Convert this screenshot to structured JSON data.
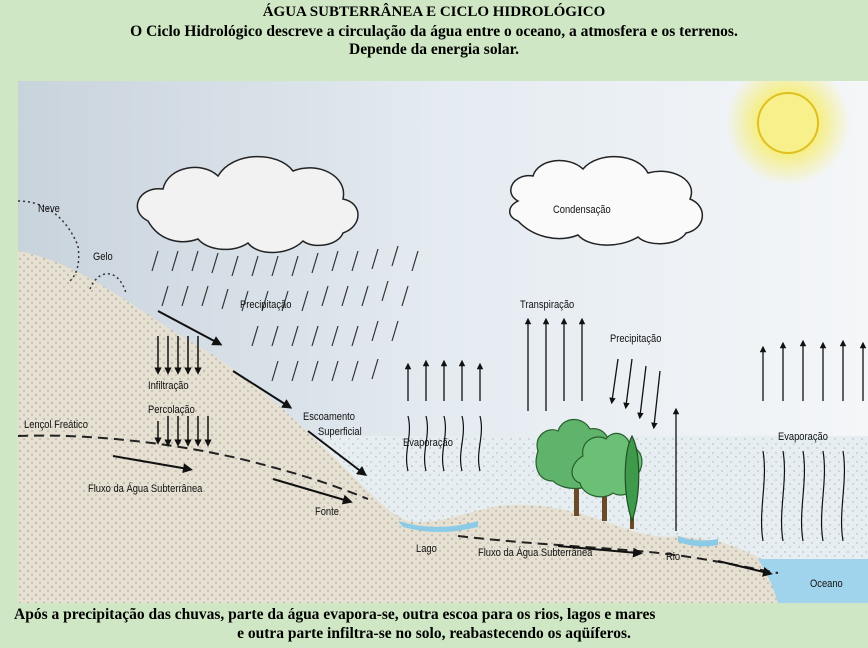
{
  "header": {
    "title": "ÁGUA SUBTERRÂNEA E CICLO HIDROLÓGICO",
    "subtitle_line1": "O Ciclo Hidrológico descreve a circulação da água entre o oceano, a atmosfera e os terrenos.",
    "subtitle_line2": "Depende da energia solar."
  },
  "labels": {
    "neve": "Neve",
    "gelo": "Gelo",
    "precipitacao_left": "Precipitação",
    "infiltracao": "Infiltração",
    "percolacao": "Percolação",
    "lencol": "Lençol Freático",
    "escoamento1": "Escoamento",
    "escoamento2": "Superficial",
    "fluxo_left": "Fluxo da Água Subterrânea",
    "fonte": "Fonte",
    "evaporacao_left": "Evaporação",
    "lago": "Lago",
    "fluxo_right": "Fluxo da Água Subterrânea",
    "rio": "Rio",
    "condensacao": "Condensação",
    "transpiracao": "Transpiração",
    "precipitacao_right": "Precipitação",
    "evaporacao_right": "Evaporação",
    "oceano": "Oceano"
  },
  "footer": {
    "line1": "Após a precipitação das chuvas, parte da água evapora-se, outra escoa para os rios, lagos e mares",
    "line2": "e outra parte infiltra-se no solo, reabastecendo os aqüíferos."
  },
  "colors": {
    "background": "#cfe7c4",
    "sky": "#dbe6ef",
    "soil": "#e3ddcf",
    "water": "#9fd4ec",
    "sun": "#f4e84a",
    "tree": "#5fb36a"
  }
}
